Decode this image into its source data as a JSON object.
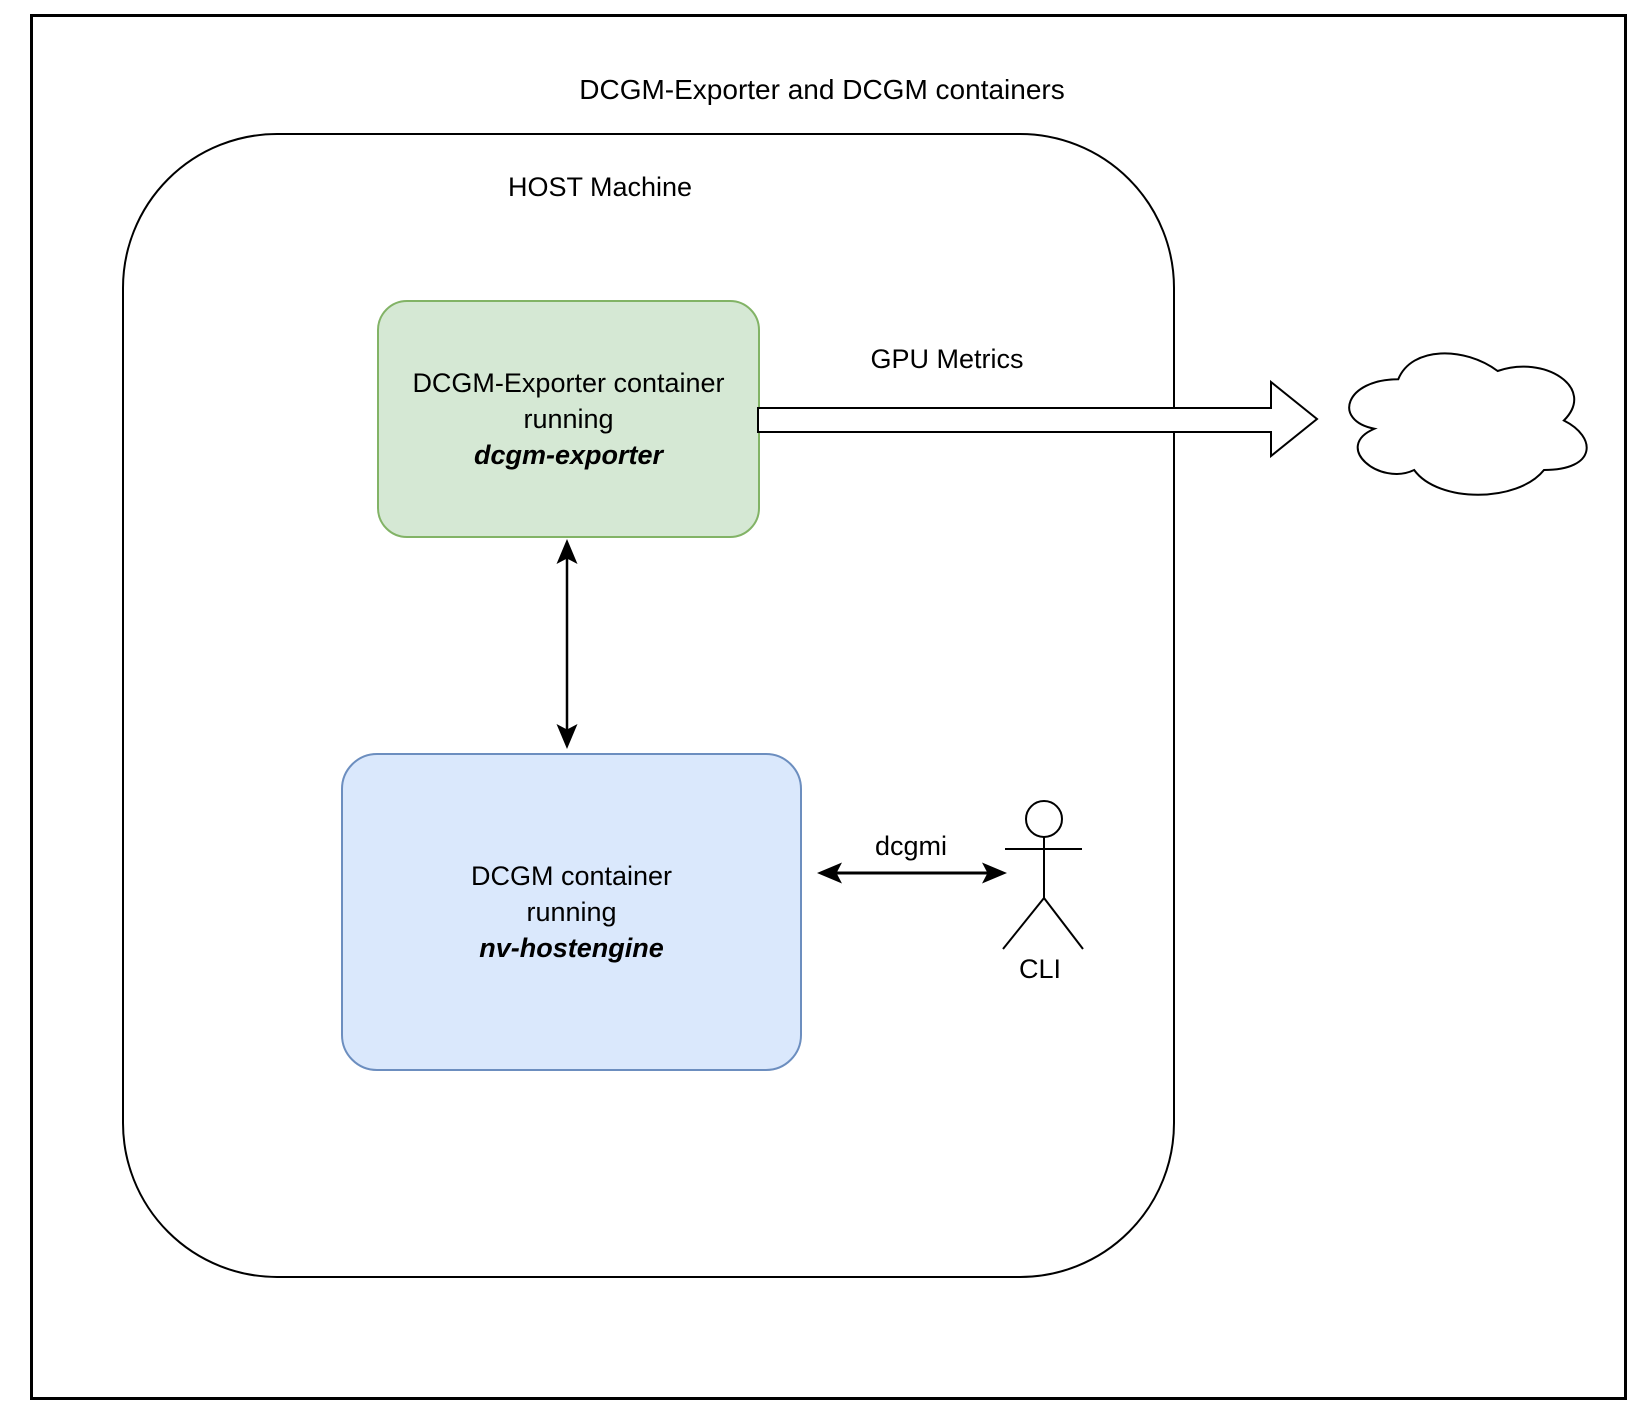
{
  "diagram": {
    "title": "DCGM-Exporter and DCGM containers",
    "host_machine": {
      "label": "HOST Machine"
    },
    "exporter_container": {
      "line1": "DCGM-Exporter container",
      "line2": "running",
      "line3": "dcgm-exporter",
      "fill": "#d5e8d4",
      "stroke": "#82b366"
    },
    "dcgm_container": {
      "line1": "DCGM container",
      "line2": "running",
      "line3": "nv-hostengine",
      "fill": "#dae8fc",
      "stroke": "#6c8ebf"
    },
    "labels": {
      "gpu_metrics": "GPU Metrics",
      "dcgmi": "dcgmi",
      "cli": "CLI"
    },
    "colors": {
      "line": "#000000",
      "background": "#ffffff"
    }
  }
}
